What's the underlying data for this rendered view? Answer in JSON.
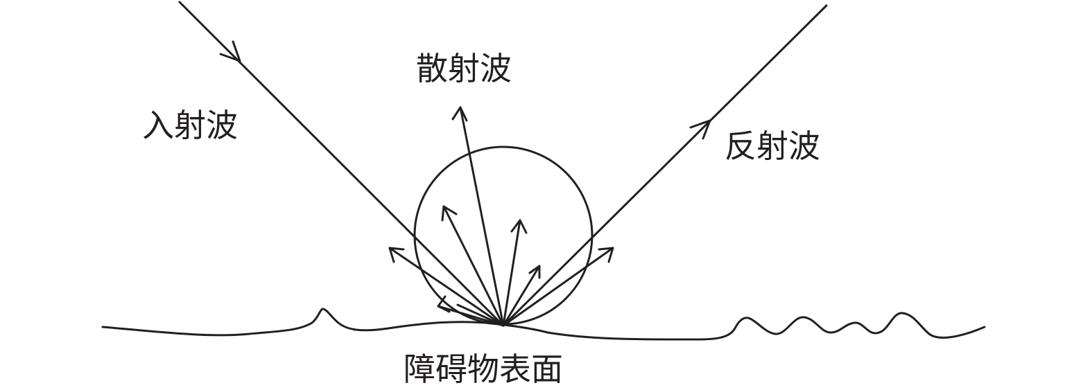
{
  "labels": {
    "incident_wave": "入射波",
    "scattered_wave": "散射波",
    "reflected_wave": "反射波",
    "obstacle_surface": "障碍物表面"
  },
  "colors": {
    "ink": "#231f20",
    "background": "#ffffff"
  }
}
